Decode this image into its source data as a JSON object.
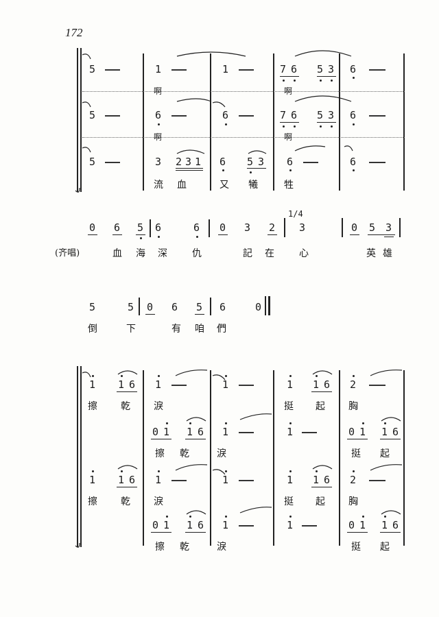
{
  "page_number": "172",
  "system1": {
    "voice1": {
      "notes": [
        "5",
        "1",
        "1",
        "7",
        "6",
        "5",
        "3",
        "6"
      ],
      "lyric": "啊",
      "lyric2": "啊"
    },
    "voice2": {
      "notes": [
        "5",
        "6",
        "6",
        "7",
        "6",
        "5",
        "3",
        "6"
      ],
      "lyric": "啊",
      "lyric2": "啊"
    },
    "voice3": {
      "notes": [
        "5",
        "3",
        "2",
        "3",
        "1",
        "6",
        "5",
        "3",
        "6",
        "6"
      ],
      "lyrics": [
        "流",
        "血",
        "又",
        "犧",
        "牲"
      ]
    }
  },
  "system2": {
    "notes": [
      "0",
      "6",
      "5",
      "6",
      "6",
      "0",
      "3",
      "2",
      "3",
      "0",
      "5",
      "3"
    ],
    "time_sig": "1/4",
    "label": "(齐唱)",
    "lyrics": [
      "血",
      "海",
      "深",
      "仇",
      "記",
      "在",
      "心",
      "英",
      "雄"
    ]
  },
  "system3": {
    "notes": [
      "5",
      "5",
      "0",
      "6",
      "5",
      "6",
      "0"
    ],
    "lyrics": [
      "倒",
      "下",
      "有",
      "咱",
      "們"
    ]
  },
  "system4": {
    "notes_top": [
      "1",
      "1",
      "6",
      "1",
      "1",
      "1",
      "1",
      "6",
      "2"
    ],
    "lyrics_top": [
      "擦",
      "乾",
      "淚",
      "挺",
      "起",
      "胸"
    ],
    "notes_b": [
      "0",
      "1",
      "1",
      "6",
      "1",
      "1",
      "0",
      "1",
      "1",
      "6"
    ],
    "lyrics_b": [
      "擦",
      "乾",
      "淚",
      "挺",
      "起"
    ],
    "notes_c": [
      "1",
      "1",
      "6",
      "1",
      "1",
      "1",
      "1",
      "6",
      "2"
    ],
    "lyrics_c": [
      "擦",
      "乾",
      "淚",
      "挺",
      "起",
      "胸"
    ],
    "notes_d": [
      "0",
      "1",
      "1",
      "6",
      "1",
      "1",
      "0",
      "1",
      "1",
      "6"
    ],
    "lyrics_d": [
      "擦",
      "乾",
      "淚",
      "挺",
      "起"
    ]
  }
}
